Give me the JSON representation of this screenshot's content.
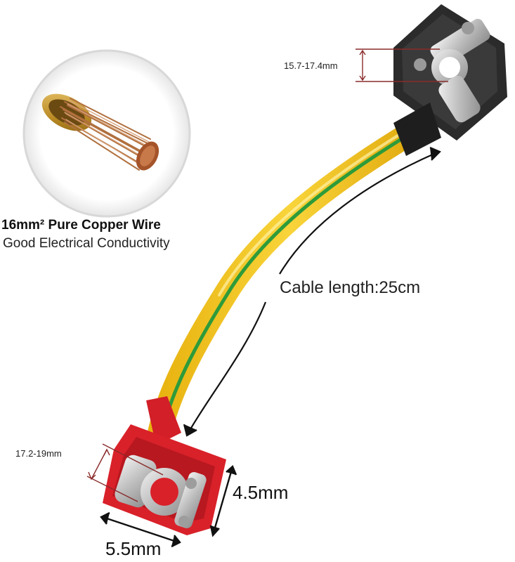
{
  "labels": {
    "copper_title": "16mm² Pure Copper Wire",
    "copper_subtitle": "Good Electrical Conductivity",
    "cable_length": "Cable length:25cm",
    "top_clamp_dimension": "15.7-17.4mm",
    "bottom_clamp_dimension": "17.2-19mm",
    "height_dimension": "4.5mm",
    "width_dimension": "5.5mm"
  },
  "colors": {
    "cable_yellow": "#f3c418",
    "cable_green": "#2e9b3a",
    "red_terminal": "#d9212a",
    "black_terminal": "#2a2a2a",
    "dimension_line": "#8a2a2a",
    "copper": "#b06a3a"
  }
}
